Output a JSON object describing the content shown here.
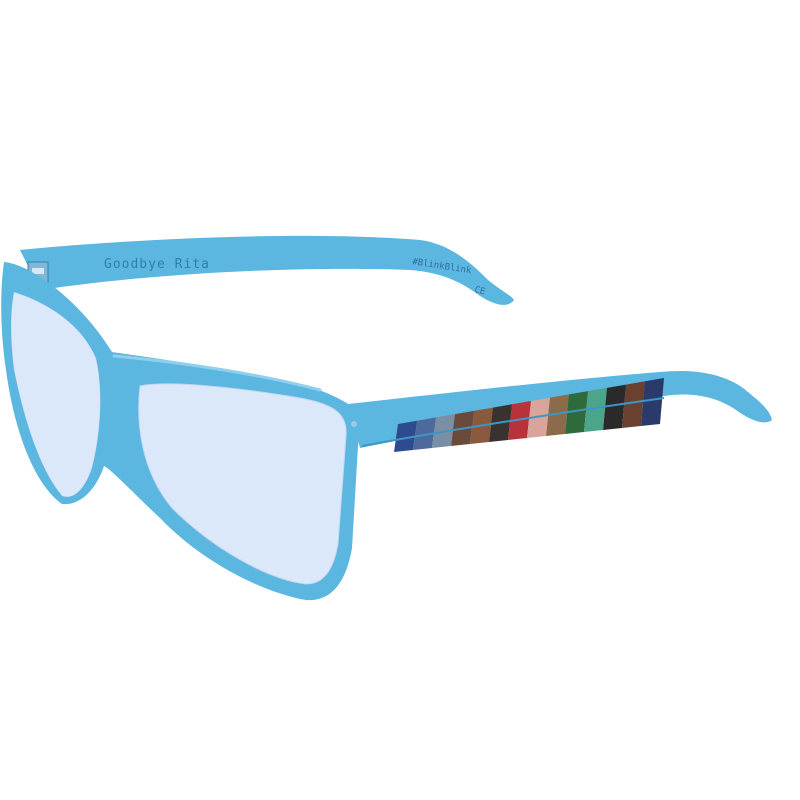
{
  "product": {
    "brand_imprint": "Goodbye Rita",
    "model_imprint": "#BlinkBlink",
    "ce_mark": "CE"
  },
  "colors": {
    "frame": "#5bb6e0",
    "frame_shadow": "#3d97c6",
    "frame_highlight": "#8fd0ee",
    "lens": "#dbe8fa",
    "lens_edge": "#c3d6f2",
    "stripe_colors": [
      "#2f4b8f",
      "#4d6a9c",
      "#7a8fa3",
      "#6a4a3a",
      "#8a5a3e",
      "#3a3230",
      "#b8323a",
      "#d9a59a",
      "#8b6b4a",
      "#2f6a3a",
      "#4aa58a",
      "#2a2a2a",
      "#6a4030",
      "#2a3a6a"
    ]
  },
  "icons": {
    "hinge": "hinge-icon"
  }
}
